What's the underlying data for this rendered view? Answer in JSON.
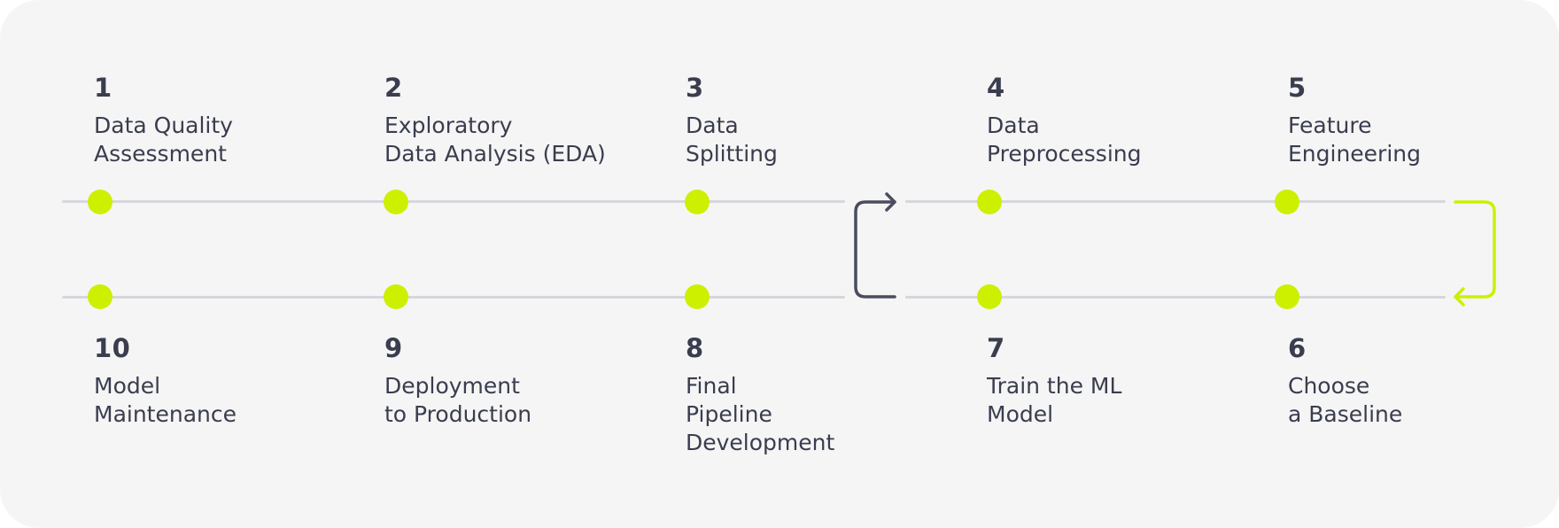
{
  "steps": [
    {
      "number": "1",
      "label": "Data Quality\nAssessment"
    },
    {
      "number": "2",
      "label": "Exploratory\nData Analysis (EDA)"
    },
    {
      "number": "3",
      "label": "Data\nSplitting"
    },
    {
      "number": "4",
      "label": "Data\nPreprocessing"
    },
    {
      "number": "5",
      "label": "Feature\nEngineering"
    },
    {
      "number": "6",
      "label": "Choose\na Baseline"
    },
    {
      "number": "7",
      "label": "Train the ML\nModel"
    },
    {
      "number": "8",
      "label": "Final\nPipeline\nDevelopment"
    },
    {
      "number": "9",
      "label": "Deployment\nto Production"
    },
    {
      "number": "10",
      "label": "Model\nMaintenance"
    }
  ],
  "colors": {
    "accent": "#cdf000",
    "track": "#d6d6dc",
    "text": "#3a3d4e",
    "connector_dark": "#4a4d5e"
  }
}
